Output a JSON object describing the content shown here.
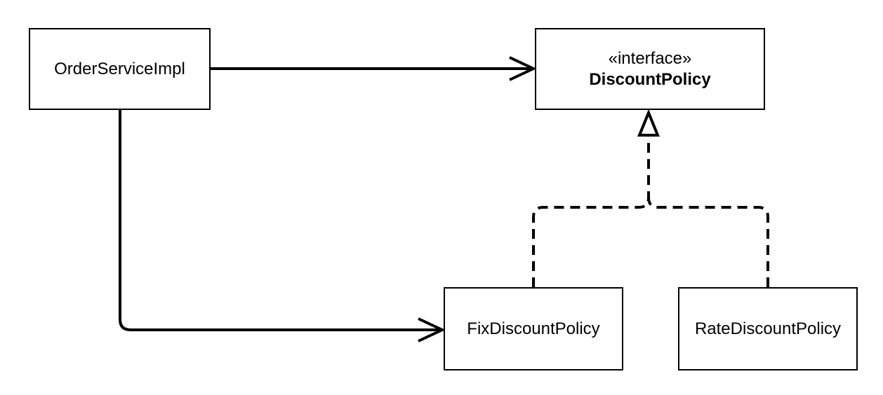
{
  "diagram": {
    "type": "uml-class-diagram",
    "classes": {
      "order_service": {
        "label": "OrderServiceImpl"
      },
      "discount_policy": {
        "stereotype": "«interface»",
        "label": "DiscountPolicy"
      },
      "fix_discount": {
        "label": "FixDiscountPolicy"
      },
      "rate_discount": {
        "label": "RateDiscountPolicy"
      }
    },
    "relations": [
      {
        "from": "OrderServiceImpl",
        "to": "DiscountPolicy",
        "kind": "dependency"
      },
      {
        "from": "OrderServiceImpl",
        "to": "FixDiscountPolicy",
        "kind": "dependency"
      },
      {
        "from": "FixDiscountPolicy",
        "to": "DiscountPolicy",
        "kind": "realization"
      },
      {
        "from": "RateDiscountPolicy",
        "to": "DiscountPolicy",
        "kind": "realization"
      }
    ],
    "colors": {
      "stroke": "#000000",
      "fill": "#ffffff",
      "text": "#000000"
    }
  }
}
